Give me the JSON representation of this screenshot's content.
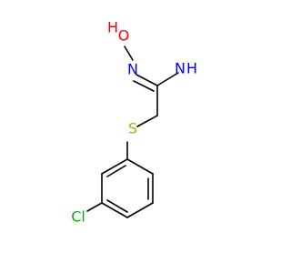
{
  "molecule": {
    "atom_labels": {
      "O": "O",
      "H_hydroxyl": "H",
      "N_imine": "N",
      "N_amine": "N",
      "H_amine": "H",
      "S": "S",
      "Cl": "Cl"
    },
    "colors": {
      "bond": "#000000",
      "O": "#ff0000",
      "N": "#0000ff",
      "S": "#b2b200",
      "Cl": "#00b200",
      "H_oxygen": "#ff0000",
      "H_nitrogen": "#0000ff"
    }
  }
}
